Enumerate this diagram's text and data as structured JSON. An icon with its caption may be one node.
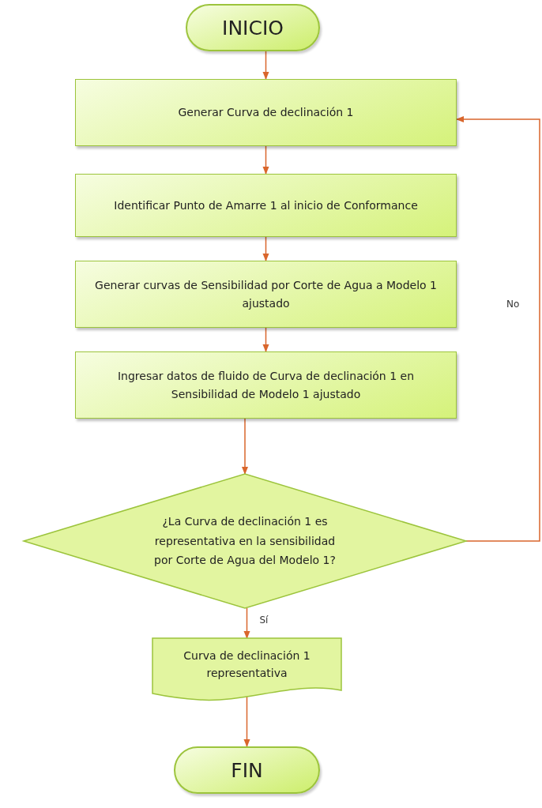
{
  "diagram": {
    "nodes": [
      {
        "text": [
          "INICIO"
        ]
      },
      {
        "text": [
          "Generar Curva de declinación 1"
        ]
      },
      {
        "text": [
          "Identificar Punto de Amarre 1 al inicio de Conformance"
        ]
      },
      {
        "text": [
          "Generar curvas de Sensibilidad por Corte de Agua a Modelo 1 ajustado"
        ]
      },
      {
        "text": [
          "Ingresar datos de fluido de Curva de declinación 1 en Sensibilidad de Modelo 1 ajustado"
        ]
      },
      {
        "text": [
          "¿La Curva de declinación 1 es representativa en la sensibilidad por Corte de Agua del Modelo 1?"
        ]
      },
      {
        "text": [
          "Curva de declinación 1 representativa"
        ]
      },
      {
        "text": [
          "FIN"
        ]
      }
    ],
    "edges": [
      {
        "from": 0,
        "to": 1,
        "arrow": "to"
      },
      {
        "from": 1,
        "to": 2,
        "arrow": "to"
      },
      {
        "from": 2,
        "to": 3,
        "arrow": "to"
      },
      {
        "from": 3,
        "to": 4,
        "arrow": "to"
      },
      {
        "from": 4,
        "to": 5,
        "arrow": "to"
      },
      {
        "from": 5,
        "to": 6,
        "arrow": "to",
        "label": "Sí"
      },
      {
        "from": 5,
        "to": 1,
        "arrow": "to",
        "label": "No"
      },
      {
        "from": 6,
        "to": 7,
        "arrow": "to"
      }
    ]
  }
}
